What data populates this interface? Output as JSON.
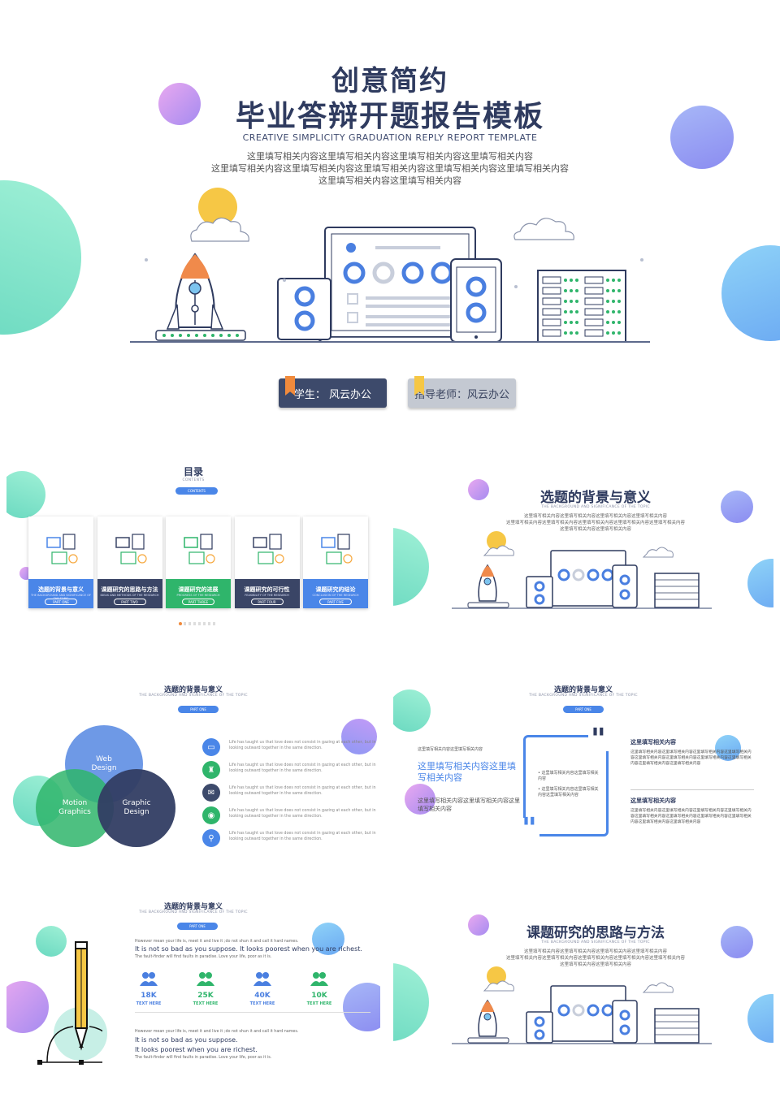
{
  "hero": {
    "title_line1": "创意简约",
    "title_line2": "毕业答辩开题报告模板",
    "subtitle": "CREATIVE SIMPLICITY GRADUATION REPLY REPORT TEMPLATE",
    "desc_line1": "这里填写相关内容这里填写相关内容这里填写相关内容这里填写相关内容",
    "desc_line2": "这里填写相关内容这里填写相关内容这里填写相关内容这里填写相关内容这里填写相关内容",
    "desc_line3": "这里填写相关内容这里填写相关内容",
    "student_label": "学生： 风云办公",
    "teacher_label": "指导老师：风云办公"
  },
  "toc": {
    "title": "目录",
    "title_en": "CONTENTS",
    "pill": "CONTENTS",
    "cards": [
      {
        "title": "选题的背景与意义",
        "en": "THE BACKGROUND AND SIGNIFICANCE OF THE TOPIC",
        "part": "PART ONE",
        "color": "#4a86e8"
      },
      {
        "title": "课题研究的思路与方法",
        "en": "IDEAS AND METHODS OF THE RESEARCH",
        "part": "PART TWO",
        "color": "#3a4566"
      },
      {
        "title": "课题研究的进展",
        "en": "PROGRESS OF THE RESEARCH",
        "part": "PART THREE",
        "color": "#2fb56b"
      },
      {
        "title": "课题研究的可行性",
        "en": "FEASIBILITY OF THE RESEARCH",
        "part": "PART FOUR",
        "color": "#3a4566"
      },
      {
        "title": "课题研究的结论",
        "en": "CONCLUSION OF THE RESEARCH",
        "part": "PART FIVE",
        "color": "#4a86e8"
      }
    ]
  },
  "slide2": {
    "title": "选题的背景与意义",
    "en": "THE BACKGROUND AND SIGNIFICANCE OF THE TOPIC",
    "desc_line1": "这里填写相关内容这里填写相关内容这里填写相关内容这里填写相关内容",
    "desc_line2": "这里填写相关内容这里填写相关内容这里填写相关内容这里填写相关内容这里填写相关内容",
    "desc_line3": "这里填写相关内容这里填写相关内容"
  },
  "slide3": {
    "title": "选题的背景与意义",
    "en": "THE BACKGROUND AND SIGNIFICANCE OF THE TOPIC",
    "pill": "PART ONE",
    "venn": {
      "web": "Web\nDesign",
      "motion": "Motion\nGraphics",
      "graphic": "Graphic\nDesign"
    },
    "row_text": "Life has taught us that love does not consist in gazing at each other, but in looking outward together in the same direction."
  },
  "slide4": {
    "title": "选题的背景与意义",
    "en": "THE BACKGROUND AND SIGNIFICANCE OF THE TOPIC",
    "pill": "PART ONE",
    "small_top": "这里填写相关内容这里填写相关内容",
    "big": "这里填写相关内容这里填写相关内容",
    "below": "这里填写相关内容这里填写相关内容这里填写相关内容",
    "bullet1": "这里填写相关内容这里填写相关内容",
    "bullet2": "这里填写相关内容这里填写相关内容这里填写相关内容",
    "right_h1": "这里填写相关内容",
    "right_p1": "这里填写相关内容这里填写相关内容这里填写相关内容这里填写相关内容这里填写相关内容这里填写相关内容这里填写相关内容这里填写相关内容这里填写相关内容这里填写相关内容",
    "right_h2": "这里填写相关内容",
    "right_p2": "这里填写相关内容这里填写相关内容这里填写相关内容这里填写相关内容这里填写相关内容这里填写相关内容这里填写相关内容这里填写相关内容这里填写相关内容这里填写相关内容"
  },
  "slide5": {
    "title": "选题的背景与意义",
    "en": "THE BACKGROUND AND SIGNIFICANCE OF THE TOPIC",
    "pill": "PART ONE",
    "t1": "However mean your life is, meet it and live it ;do not shun it and call it hard names.",
    "t2": "It is not so bad as you suppose. It looks poorest when you are richest.",
    "t3": "The fault-finder will find faults in paradise. Love your life, poor as it is.",
    "stats": [
      {
        "n": "18K",
        "l": "TEXT HERE"
      },
      {
        "n": "25K",
        "l": "TEXT HERE"
      },
      {
        "n": "40K",
        "l": "TEXT HERE"
      },
      {
        "n": "10K",
        "l": "TEXT HERE"
      }
    ],
    "b1": "However mean your life is, meet it and live it ;do not shun it and call it hard names.",
    "b2": "It is not so bad as you suppose.",
    "b3": "It looks poorest when you are richest.",
    "b4": "The fault-finder will find faults in paradise. Love your life, poor as it is."
  },
  "slide6": {
    "title": "课题研究的思路与方法",
    "en": "THE BACKGROUND AND SIGNIFICANCE OF THE TOPIC",
    "desc_line1": "这里填写相关内容这里填写相关内容这里填写相关内容这里填写相关内容",
    "desc_line2": "这里填写相关内容这里填写相关内容这里填写相关内容这里填写相关内容这里填写相关内容",
    "desc_line3": "这里填写相关内容这里填写相关内容"
  },
  "colors": {
    "navy": "#2f3b5f",
    "blue": "#4a86e8",
    "green": "#2fb56b"
  }
}
